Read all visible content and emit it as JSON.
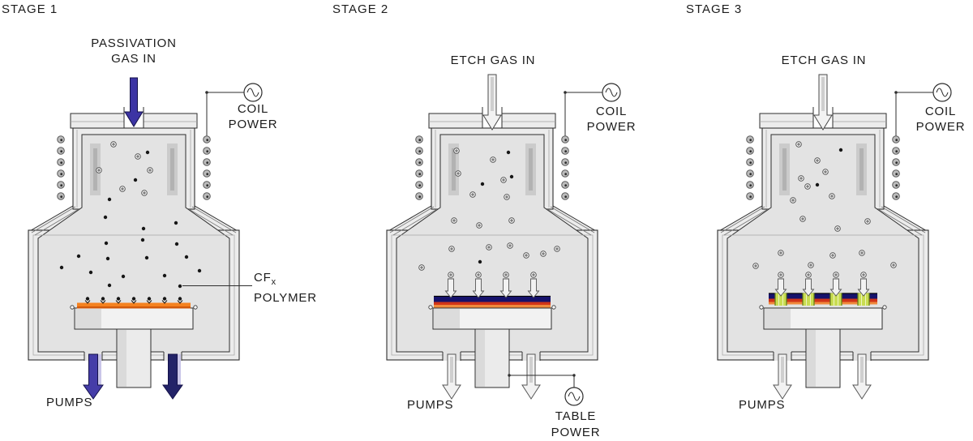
{
  "stages": [
    {
      "title": "STAGE 1",
      "gas_label": [
        "PASSIVATION",
        "GAS IN"
      ],
      "gas_arrow_style": "filled-indigo",
      "coil_power_label": [
        "COIL",
        "POWER"
      ],
      "pumps_label": "PUMPS",
      "annotation": {
        "main": "CF",
        "sub": "x",
        "line2": "POLYMER"
      },
      "wafer_state": "polymer-deposition",
      "pump_arrow_style": "solid"
    },
    {
      "title": "STAGE 2",
      "gas_label": [
        "ETCH GAS IN"
      ],
      "gas_arrow_style": "outline",
      "coil_power_label": [
        "COIL",
        "POWER"
      ],
      "table_power_label": [
        "TABLE",
        "POWER"
      ],
      "pumps_label": "PUMPS",
      "wafer_state": "ion-bombardment",
      "pump_arrow_style": "outline"
    },
    {
      "title": "STAGE 3",
      "gas_label": [
        "ETCH GAS IN"
      ],
      "gas_arrow_style": "outline",
      "coil_power_label": [
        "COIL",
        "POWER"
      ],
      "pumps_label": "PUMPS",
      "wafer_state": "etched-trenches",
      "pump_arrow_style": "outline"
    }
  ],
  "colors": {
    "outline": "#2e2e2e",
    "chamber_fill": "#ececec",
    "plasma_fill": "#e3e3e3",
    "electrode_fill": "#cbcbcb",
    "electrode_core": "#b2b2b2",
    "gas_arrow_indigo": "#3c34a4",
    "pump_left_stage1": "#453da8",
    "pump_right_stage1": "#232368",
    "pump_shadow": "#c9c5e8",
    "outline_arrow_fill": "#f2f2f2",
    "outline_arrow_core": "#cfcfcf",
    "polymer_orange": "#f5821f",
    "polymer_orange_dark": "#d2590a",
    "passivation_navy": "#16126b",
    "etch_red": "#d03418",
    "etch_orange": "#f08a3c",
    "trench_green": "#c9dc52",
    "trench_green_dark": "#5f7d16",
    "trench_green_light": "#eef5c0",
    "particle_dark": "#161616",
    "ion_stroke": "#4a4a4a"
  }
}
